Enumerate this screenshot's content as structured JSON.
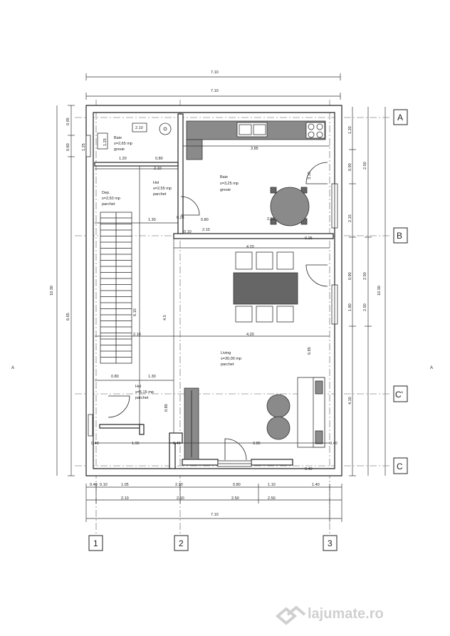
{
  "axes_rows": [
    "A",
    "B",
    "C'",
    "C"
  ],
  "axes_cols": [
    "1",
    "2",
    "3"
  ],
  "section_mark": "A",
  "dims_top": [
    "7.10",
    "7.10"
  ],
  "dims_left": [
    "10.30",
    "0.95",
    "0.60",
    "1.25",
    "6.65"
  ],
  "dims_right": [
    "1.20",
    "0.90",
    "2.50",
    "2.15",
    "0.90",
    "2.50",
    "1.80",
    "2.50",
    "10.30",
    "4.10"
  ],
  "dims_bottom_row1": [
    "0.40",
    "0.10",
    "1.05",
    "2.20",
    "0.80",
    "1.10",
    "1.40"
  ],
  "dims_bottom_row2": [
    "2.10",
    "2.10",
    "2.50",
    "2.50"
  ],
  "dims_bottom_total": "7.10",
  "rooms": [
    {
      "name": "Baie",
      "area": "s=2,65 mp",
      "floor": "gresie"
    },
    {
      "name": "Baie",
      "area": "s=3,25 mp",
      "floor": "gresie"
    },
    {
      "name": "Hol",
      "area": "s=2,55 mp",
      "floor": "parchet"
    },
    {
      "name": "Dep.",
      "area": "s=2,50 mp",
      "floor": "parchet"
    },
    {
      "name": "Living",
      "area": "s=30,00 mp",
      "floor": "parchet"
    },
    {
      "name": "Hol",
      "area": "s=5,15 mp",
      "floor": "parchet"
    }
  ],
  "inner_dims": [
    "2.10",
    "1.20",
    "0.80",
    "2.10",
    "3.85",
    "3.10",
    "0.25",
    "0.10",
    "0.80",
    "2.10",
    "2.25",
    "0.25",
    "1.30",
    "4.20",
    "6.10",
    "4.5",
    "2.10",
    "4.20",
    "0.80",
    "1.30",
    "0.80",
    "6.85",
    "0.40",
    "1.95",
    "0.40",
    "3.85",
    "0.40",
    "0.40",
    "1.25"
  ],
  "watermark": "lajumate.ro"
}
